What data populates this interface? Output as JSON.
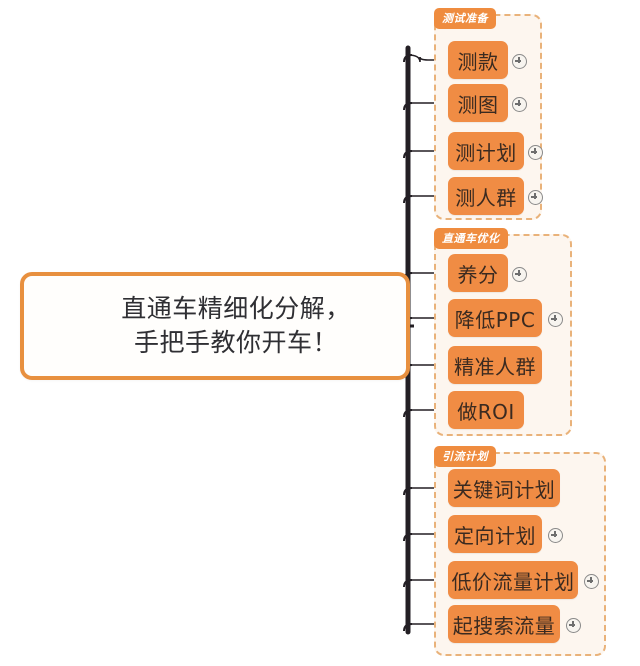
{
  "meta": {
    "diagram_type": "mind-map",
    "colors": {
      "node_fill": "#f08c44",
      "node_text": "#3a2a20",
      "group_border": "#e9b27a",
      "group_fill": "#fdf6ef",
      "tab_fill": "#ef8c3f",
      "tab_text": "#ffffff",
      "root_border": "#e8903f",
      "root_fill": "#fffefc",
      "root_text": "#2f2f33",
      "trunk": "#231f24",
      "branch": "#231f24",
      "background": "#ffffff"
    }
  },
  "root": {
    "label": "直通车精细化分解，\n手把手教你开车！",
    "line1": "直通车精细化分解，",
    "line2": "手把手教你开车！"
  },
  "groups": [
    {
      "id": "group-test-prep",
      "tab_label": "测试准备",
      "nodes": [
        {
          "label": "测款",
          "has_toggle": true,
          "toggle_icon": "plus-circle-icon"
        },
        {
          "label": "测图",
          "has_toggle": true,
          "toggle_icon": "plus-circle-icon"
        },
        {
          "label": "测计划",
          "has_toggle": true,
          "toggle_icon": "plus-circle-icon"
        },
        {
          "label": "测人群",
          "has_toggle": true,
          "toggle_icon": "plus-circle-icon"
        }
      ]
    },
    {
      "id": "group-ztc-optimization",
      "tab_label": "直通车优化",
      "nodes": [
        {
          "label": "养分",
          "has_toggle": true,
          "toggle_icon": "plus-circle-icon"
        },
        {
          "label": "降低PPC",
          "has_toggle": true,
          "toggle_icon": "plus-circle-icon"
        },
        {
          "label": "精准人群",
          "has_toggle": false,
          "toggle_icon": ""
        },
        {
          "label": "做ROI",
          "has_toggle": false,
          "toggle_icon": ""
        }
      ]
    },
    {
      "id": "group-traffic-plan",
      "tab_label": "引流计划",
      "nodes": [
        {
          "label": "关键词计划",
          "has_toggle": false,
          "toggle_icon": ""
        },
        {
          "label": "定向计划",
          "has_toggle": true,
          "toggle_icon": "plus-circle-icon"
        },
        {
          "label": "低价流量计划",
          "has_toggle": true,
          "toggle_icon": "plus-circle-icon"
        },
        {
          "label": "起搜索流量",
          "has_toggle": true,
          "toggle_icon": "plus-circle-icon"
        }
      ]
    }
  ]
}
